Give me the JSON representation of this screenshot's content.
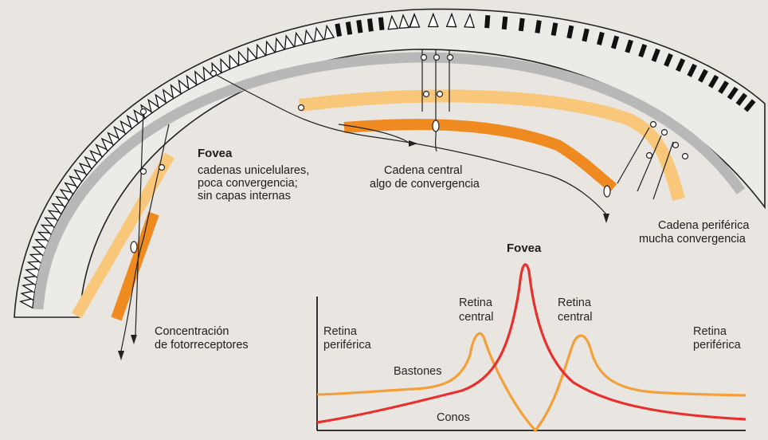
{
  "retina_diagram": {
    "fovea_label": {
      "title": "Fovea",
      "lines": [
        "cadenas unicelulares,",
        "poca convergencia;",
        "sin capas internas"
      ]
    },
    "central_chain": [
      "Cadena central",
      "algo de convergencia"
    ],
    "peripheral_chain": [
      "Cadena periférica",
      "mucha convergencia"
    ],
    "photoreceptor_concentration": [
      "Concentración",
      "de fotorreceptores"
    ]
  },
  "density_graph": {
    "top_label": "Fovea",
    "left_periphery": [
      "Retina",
      "periférica"
    ],
    "right_periphery": [
      "Retina",
      "periférica"
    ],
    "left_central": [
      "Retina",
      "central"
    ],
    "right_central": [
      "Retina",
      "central"
    ],
    "rods_label": "Bastones",
    "cones_label": "Conos"
  },
  "colors": {
    "cones_curve": "#e8312e",
    "rods_curve": "#f3a03a",
    "light_orange_band": "#f9c77a",
    "dark_orange_band": "#ee8a1f",
    "gray_band": "#b8b8b8",
    "background": "#e9e6e1"
  }
}
